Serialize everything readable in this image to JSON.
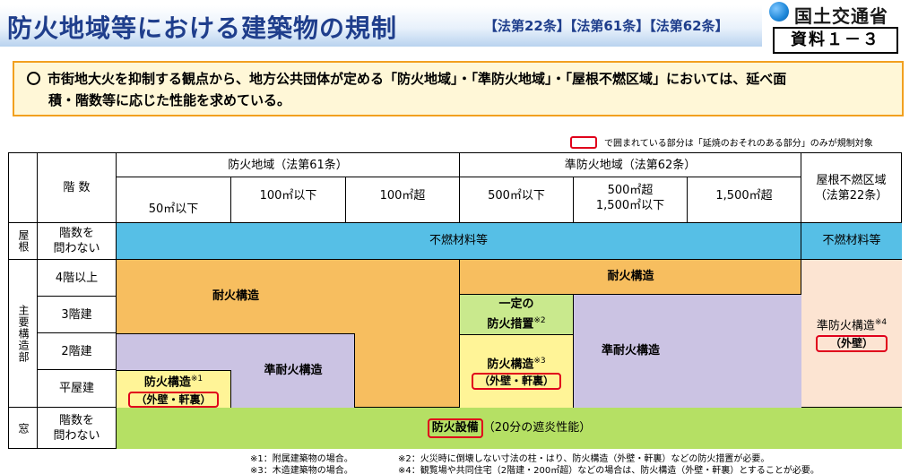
{
  "header": {
    "title": "防火地域等における建築物の規制",
    "title_sub": "【法第22条】【法第61条】【法第62条】",
    "ministry": "国土交通省",
    "doc_label": "資料１－３"
  },
  "notice": {
    "line1": "市街地大火を抑制する観点から、地方公共団体が定める「防火地域」・「準防火地域」・「屋根不燃区域」においては、延べ面",
    "line2": "積・階数等に応じた性能を求めている。"
  },
  "legend": {
    "text": "で囲まれている部分は「延焼のおそれのある部分」のみが規制対象"
  },
  "table": {
    "floors_header": "階 数",
    "fire_zone": "防火地域（法第61条）",
    "semi_zone": "準防火地域（法第62条）",
    "roof_zone_1": "屋根不燃区域",
    "roof_zone_2": "（法第22条）",
    "fz_50": "50㎡以下",
    "fz_100": "100㎡以下",
    "fz_100plus": "100㎡超",
    "sz_500": "500㎡以下",
    "sz_500plus_1": "500㎡超",
    "sz_500plus_2": "1,500㎡以下",
    "sz_1500plus": "1,500㎡超",
    "row_roof": "屋根",
    "row_main": "主要構造部",
    "row_window": "窓",
    "any_floors_1": "階数を",
    "any_floors_2": "問わない",
    "any_floors_3": "階数を",
    "any_floors_4": "問わない",
    "floor_4": "4階以上",
    "floor_3": "3階建",
    "floor_2": "2階建",
    "floor_1": "平屋建",
    "nonflammable": "不燃材料等",
    "nonflammable_roof": "不燃材料等",
    "fireproof_a": "耐火構造",
    "fireproof_b": "耐火構造",
    "semi_fireproof_a": "準耐火構造",
    "semi_fireproof_b": "準耐火構造",
    "certain_measure_1": "一定の",
    "certain_measure_2": "防火措置",
    "note_mark_2": "※2",
    "fire_structure_a": "防火構造",
    "note_mark_1": "※1",
    "wall_eaves_a": "（外壁・軒裏）",
    "fire_structure_b": "防火構造",
    "note_mark_3": "※3",
    "wall_eaves_b": "（外壁・軒裏）",
    "semi_fire_structure": "準防火構造",
    "note_mark_4": "※4",
    "outer_wall": "（外壁）",
    "fire_equipment": "防火設備",
    "fire_equipment_note": "（20分の遮炎性能）"
  },
  "footnotes": {
    "n1": "※1：附属建築物の場合。",
    "n2": "※2：火災時に倒壊しない寸法の柱・はり、防火構造（外壁・軒裏）などの防火措置が必要。",
    "n3": "※3：木造建築物の場合。",
    "n4": "※4：観覧場や共同住宅（2階建・200㎡超）などの場合は、防火構造（外壁・軒裏）とすることが必要。"
  },
  "colors": {
    "title": "#1f3e8c",
    "notice_border": "#f2a01f",
    "notice_bg": "#fff7d7",
    "roof_row": "#56bfe6",
    "fireproof": "#f7be5f",
    "semi_fireproof": "#cbc3e3",
    "fire_structure": "#fff497",
    "certain_measure": "#c9e98d",
    "roof_zone_bg": "#fce4d2",
    "window_row": "#b5e064",
    "highlight": "#e0001b"
  }
}
